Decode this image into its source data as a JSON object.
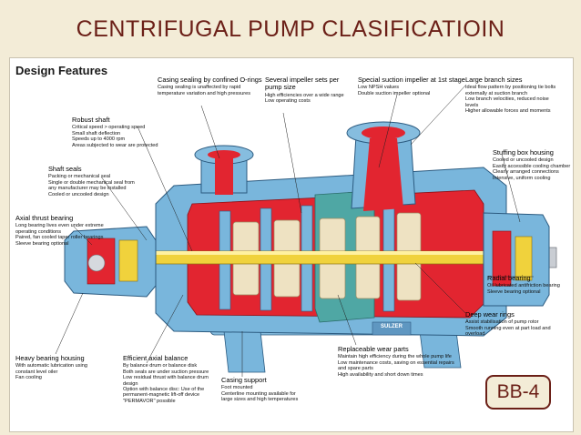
{
  "slide_title": "CENTRIFUGAL PUMP CLASIFICATIOIN",
  "heading": "Design Features",
  "badge": "BB-4",
  "nameplate": "SULZER",
  "colors": {
    "title": "#6b1f17",
    "casing_blue": "#79b6dc",
    "section_red": "#e22530",
    "shaft_yellow": "#f0d23c",
    "impeller_cream": "#eee2c2",
    "background": "#f3ecd7"
  },
  "callouts": [
    {
      "id": "casing-sealing",
      "title": "Casing sealing by confined O-rings",
      "lines": [
        "Casing sealing is unaffected by rapid",
        "temperature variation and high pressures"
      ]
    },
    {
      "id": "impeller-sets",
      "title": "Several impeller sets per pump size",
      "lines": [
        "High efficiencies over a wide range",
        "Low operating costs"
      ]
    },
    {
      "id": "suction-impeller",
      "title": "Special suction impeller at 1st stage",
      "lines": [
        "Low NPSH values",
        "Double suction impeller optional"
      ]
    },
    {
      "id": "branch-sizes",
      "title": "Large branch sizes",
      "lines": [
        "Ideal flow pattern by positioning tie bolts",
        "externally at suction branch",
        "Low branch velocities, reduced noise",
        "levels",
        "Higher allowable forces and moments"
      ]
    },
    {
      "id": "robust-shaft",
      "title": "Robust shaft",
      "lines": [
        "Critical speed > operating speed",
        "Small shaft deflection",
        "Speeds up to 4000 rpm",
        "Areas subjected to wear are protected"
      ]
    },
    {
      "id": "shaft-seals",
      "title": "Shaft seals",
      "lines": [
        "Packing or mechanical seal",
        "Single or double mechanical seal from",
        "any manufacturer may be installed",
        "Cooled or uncooled design"
      ]
    },
    {
      "id": "stuffing-box",
      "title": "Stuffing box housing",
      "lines": [
        "Cooled or uncooled design",
        "Easily accessible cooling chamber",
        "Clearly arranged connections",
        "Intensive, uniform cooling"
      ]
    },
    {
      "id": "axial-thrust",
      "title": "Axial thrust bearing",
      "lines": [
        "Long bearing lives even under extreme",
        "operating conditions",
        "Paired, fan cooled taper roller bearings",
        "Sleeve bearing optional"
      ]
    },
    {
      "id": "radial-bearing",
      "title": "Radial bearing",
      "lines": [
        "Oil lubricated antifriction bearing",
        "Sleeve bearing optional"
      ]
    },
    {
      "id": "deep-wear-rings",
      "title": "Deep wear rings",
      "lines": [
        "Assist stabilisation of pump rotor",
        "Smooth running even at part load and",
        "overload"
      ]
    },
    {
      "id": "heavy-bearing",
      "title": "Heavy bearing housing",
      "lines": [
        "With automatic lubrication using",
        "constant level oiler",
        "Fan cooling"
      ]
    },
    {
      "id": "axial-balance",
      "title": "Efficient axial balance",
      "lines": [
        "By balance drum or balance disk",
        "Both seals are under suction pressure",
        "Low residual thrust with balance drum",
        "design",
        "Option with balance disc: Use of the",
        "permanent-magnetic lift-off device",
        "\"PERMAVOR\" possible"
      ]
    },
    {
      "id": "casing-support",
      "title": "Casing support",
      "lines": [
        "Foot mounted",
        "Centerline mounting available for",
        "large sizes and high temperatures"
      ]
    },
    {
      "id": "wear-parts",
      "title": "Replaceable wear parts",
      "lines": [
        "Maintain high efficiency during the whole pump life",
        "Low maintenance costs, saving on essential repairs",
        "and spare parts",
        "High availability and short down times"
      ]
    }
  ]
}
